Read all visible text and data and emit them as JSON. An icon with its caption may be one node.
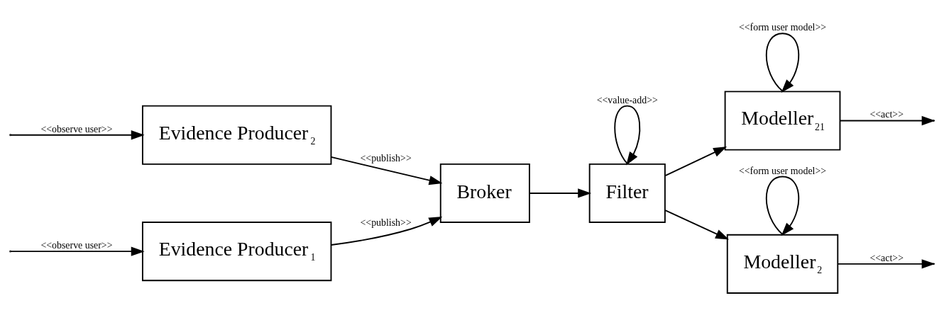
{
  "diagram": {
    "nodes": [
      {
        "text": [
          "Evidence Producer$_{1}$"
        ]
      },
      {
        "text": [
          "Evidence Producer$_{2}$"
        ]
      },
      {
        "text": [
          "Broker"
        ]
      },
      {
        "text": [
          "Filter"
        ]
      },
      {
        "text": [
          "Modeller$_{21}$"
        ]
      },
      {
        "text": [
          "Modeller$_{2}$"
        ]
      }
    ],
    "edges": [
      {
        "from": null,
        "to": 0,
        "arrow": "to",
        "label": "<<observe user>>"
      },
      {
        "from": null,
        "to": 1,
        "arrow": "to",
        "label": "<<observe user>>"
      },
      {
        "from": 0,
        "to": 2,
        "arrow": "to",
        "label": "<<publish>>"
      },
      {
        "from": 1,
        "to": 2,
        "arrow": "to",
        "label": "<<publish>>"
      },
      {
        "from": 2,
        "to": 3,
        "arrow": "to"
      },
      {
        "from": 3,
        "to": 3,
        "arrow": "to",
        "label": "<<value-add>>"
      },
      {
        "from": 3,
        "to": 4,
        "arrow": "to"
      },
      {
        "from": 3,
        "to": 5,
        "arrow": "to"
      },
      {
        "from": 4,
        "to": 4,
        "arrow": "to",
        "label": "<<form user model>>"
      },
      {
        "from": 5,
        "to": 5,
        "arrow": "to",
        "label": "<<form user model>>"
      },
      {
        "from": 4,
        "to": null,
        "arrow": "to",
        "label": "<<act>>"
      },
      {
        "from": 5,
        "to": null,
        "arrow": "to",
        "label": "<<act>>"
      }
    ]
  }
}
